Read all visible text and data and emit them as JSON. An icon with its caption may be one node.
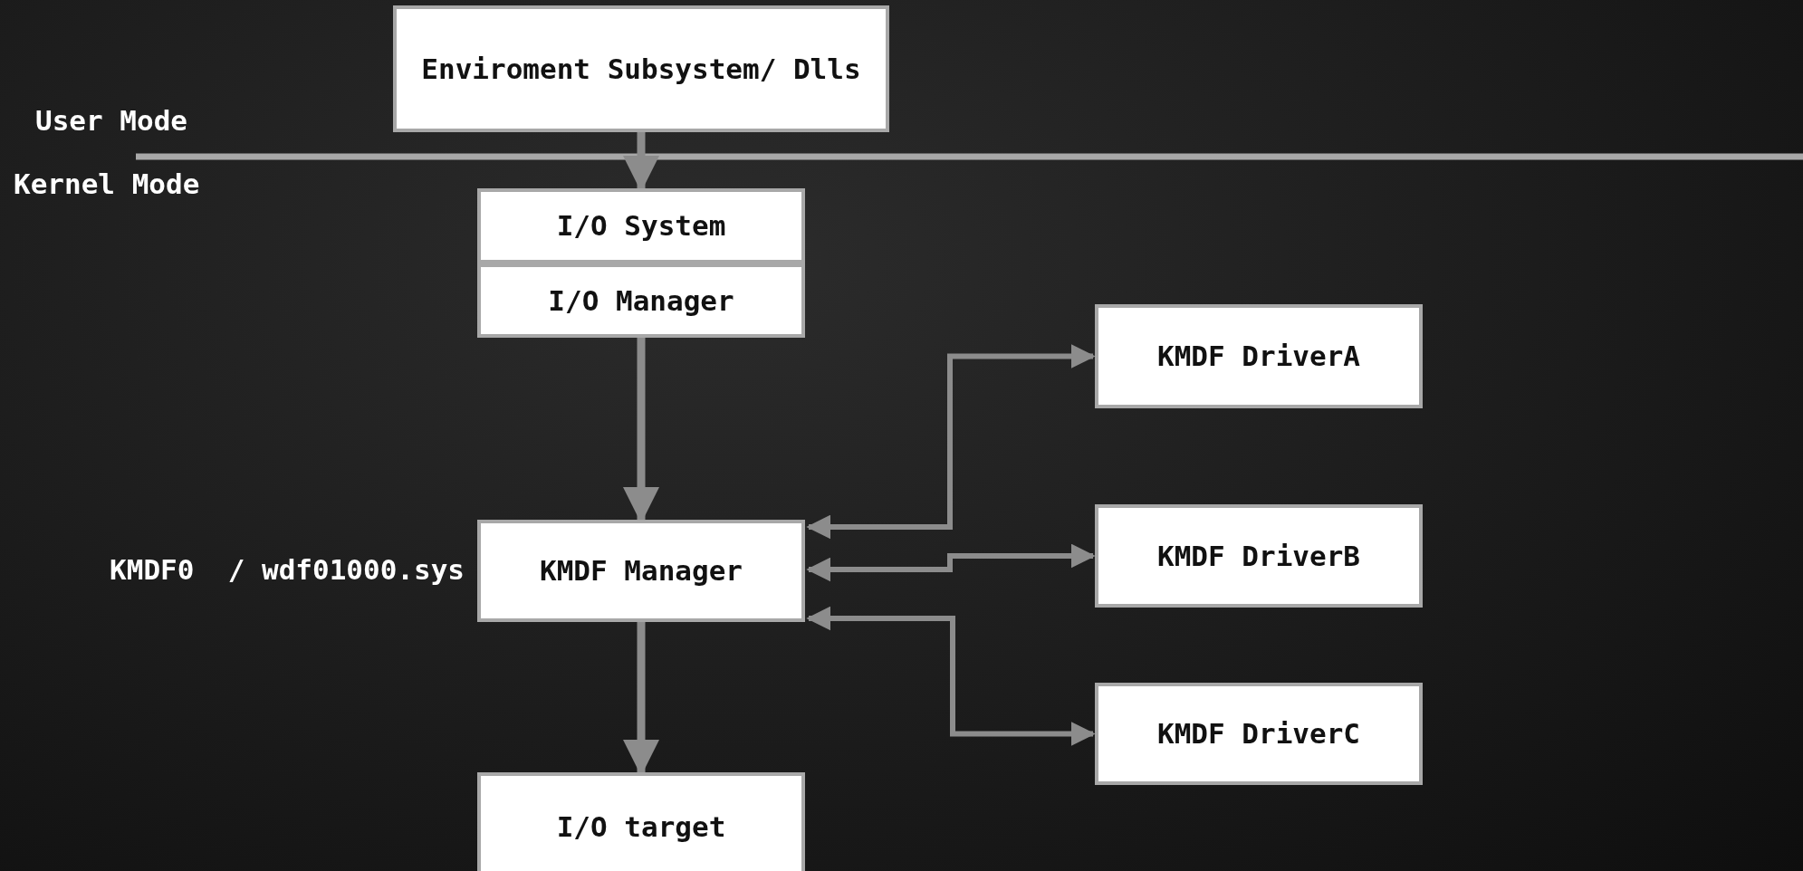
{
  "diagram": {
    "nodes": [
      {
        "text": [
          "Enviroment Subsystem/ Dlls"
        ]
      },
      {
        "text": [
          "I/O System"
        ]
      },
      {
        "text": [
          "I/O Manager"
        ]
      },
      {
        "text": [
          "KMDF Manager"
        ],
        "beside": [
          "KMDF0  / wdf01000.sys"
        ]
      },
      {
        "text": [
          "KMDF DriverA"
        ]
      },
      {
        "text": [
          "KMDF DriverB"
        ]
      },
      {
        "text": [
          "KMDF DriverC"
        ]
      },
      {
        "text": [
          "I/O target"
        ]
      }
    ],
    "edges": [
      {
        "from": 0,
        "to": 1,
        "arrow": "to"
      },
      {
        "from": 2,
        "to": 3,
        "arrow": "to"
      },
      {
        "from": 3,
        "to": 4,
        "arrow": "both"
      },
      {
        "from": 3,
        "to": 5,
        "arrow": "both"
      },
      {
        "from": 3,
        "to": 6,
        "arrow": "both"
      },
      {
        "from": 3,
        "to": 7,
        "arrow": "to"
      }
    ],
    "labels": [
      "User Mode",
      "Kernel Mode"
    ]
  }
}
